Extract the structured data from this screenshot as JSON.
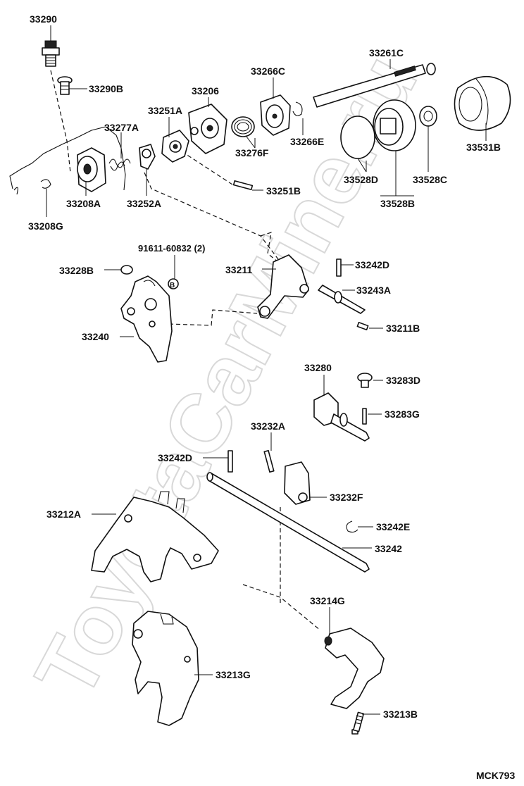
{
  "diagram": {
    "watermark": "ToyotaCarMine.ru",
    "code": "MCK793",
    "parts": {
      "p33290": "33290",
      "p33290B": "33290B",
      "p33206": "33206",
      "p33266C": "33266C",
      "p33261C": "33261C",
      "p33251A": "33251A",
      "p33277A": "33277A",
      "p33276F": "33276F",
      "p33266E": "33266E",
      "p33531B": "33531B",
      "p33528D": "33528D",
      "p33528C": "33528C",
      "p33528B": "33528B",
      "p33208A": "33208A",
      "p33252A": "33252A",
      "p33251B": "33251B",
      "p33208G": "33208G",
      "p91611": "91611-60832 (2)",
      "p33228B": "33228B",
      "p33211": "33211",
      "p33242D_top": "33242D",
      "p33243A": "33243A",
      "p33240": "33240",
      "p33211B": "33211B",
      "p33280": "33280",
      "p33283D": "33283D",
      "p33283G": "33283G",
      "p33232A": "33232A",
      "p33242D_mid": "33242D",
      "p33232F": "33232F",
      "p33212A": "33212A",
      "p33242E": "33242E",
      "p33242": "33242",
      "p33214G": "33214G",
      "p33213G": "33213G",
      "p33213B": "33213B"
    },
    "marker_letter": "B"
  }
}
